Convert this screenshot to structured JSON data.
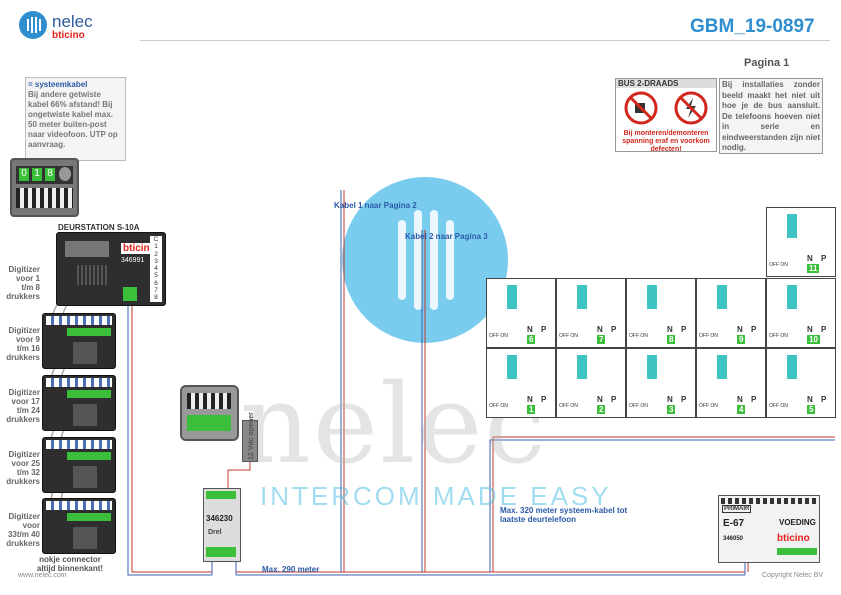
{
  "header": {
    "brand": "nelec",
    "brand_sub": "bticino",
    "doc_id": "GBM_19-0897",
    "page_label": "Pagina 1"
  },
  "notes": {
    "cable_legend_key": "= systeemkabel",
    "cable_legend_body": "Bij andere getwiste kabel 66% afstand! Bij ongetwiste kabel max. 50 meter buiten-post naar videofoon. UTP op aanvraag.",
    "bus_title": "BUS 2-DRAADS",
    "bus_warning": "Bij monteren/demonteren spanning eraf en voorkom defecten!",
    "info_text": "Bij installaties zonder beeld maakt het niet uit hoe je de bus aansluit. De telefoons hoeven niet in serie en eindweerstanden zijn niet nodig."
  },
  "door_station": {
    "title": "DEURSTATION S-10A",
    "brand": "bticino",
    "code": "346991",
    "terminals": [
      "C",
      "1",
      "2",
      "3",
      "4",
      "5",
      "6",
      "7",
      "8"
    ],
    "display_digits": [
      "0",
      "1",
      "8"
    ]
  },
  "digitizers": [
    {
      "label": "Digitizer voor 1 t/m 8 drukkers"
    },
    {
      "label": "Digitizer voor 9 t/m 16 drukkers"
    },
    {
      "label": "Digitizer voor 17 t/m 24 drukkers"
    },
    {
      "label": "Digitizer voor 25 t/m 32 drukkers"
    },
    {
      "label": "Digitizer voor 33t/m 40 drukkers"
    }
  ],
  "nokje_note": "nokje connector altijd binnenkant!",
  "module": {
    "code": "346230",
    "lock_label": "12 Vdc opener",
    "brand": "Drel"
  },
  "cables": {
    "cable1": "Kabel 1 naar Pagina 2",
    "cable2": "Kabel 2 naar Pagina 3",
    "max_system": "Max. 320 meter systeem-kabel tot laatste deurtelefoon",
    "max_290": "Max. 290 meter"
  },
  "phones": {
    "off_on": "OFF ON",
    "n_label": "N",
    "p_label": "P",
    "numbers_top": [
      "6",
      "7",
      "8",
      "9",
      "10"
    ],
    "numbers_bottom": [
      "1",
      "2",
      "3",
      "4",
      "5"
    ],
    "number_extra": "11"
  },
  "power_supply": {
    "model": "E-67",
    "label": "VOEDING",
    "primair": "PRIMAIR",
    "code": "346050",
    "brand": "bticino"
  },
  "watermark": {
    "word": "nelec",
    "tagline": "INTERCOM MADE EASY"
  },
  "footer": {
    "website": "www.nelec.com",
    "copyright": "Copyright Nelec BV"
  },
  "colors": {
    "accent": "#2f8ed0",
    "brand_blue": "#2c5a9c",
    "bticino_red": "#e2231a",
    "warning_red": "#d1271d",
    "number_green": "#3bbf3b",
    "wire_blue": "#3a5fb0",
    "wire_red": "#c0392b"
  }
}
